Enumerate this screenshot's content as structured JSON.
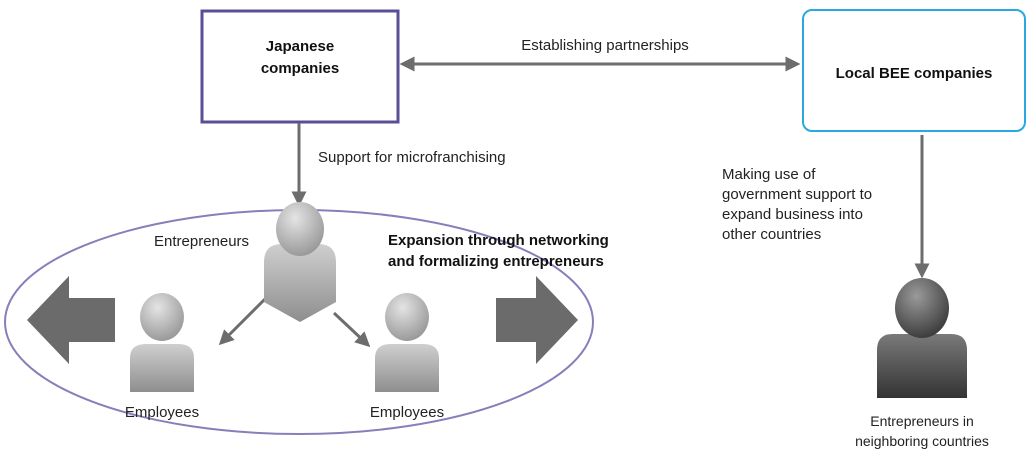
{
  "nodes": {
    "japanese_companies": {
      "line1": "Japanese",
      "line2": "companies"
    },
    "local_bee": {
      "label": "Local BEE companies"
    },
    "entrepreneurs": {
      "label": "Entrepreneurs"
    },
    "employees_left": {
      "label": "Employees"
    },
    "employees_right": {
      "label": "Employees"
    },
    "neighbor_entrepreneurs": {
      "line1": "Entrepreneurs in",
      "line2": "neighboring countries"
    }
  },
  "edges": {
    "partnership": {
      "label": "Establishing partnerships"
    },
    "microfranchise": {
      "label": "Support for microfranchising"
    },
    "gov_support": {
      "lines": [
        "Making use of",
        "government support to",
        "expand business into",
        "other countries"
      ]
    }
  },
  "expansion": {
    "line1": "Expansion through networking",
    "line2": "and formalizing entrepreneurs"
  },
  "colors": {
    "japanese_border": "#5b4e96",
    "bee_border": "#29a9df",
    "ellipse": "#8a7dba",
    "arrow": "#6d6d6d",
    "person_dark": "#5d5d5d",
    "person_light": "#b4b4b4"
  }
}
